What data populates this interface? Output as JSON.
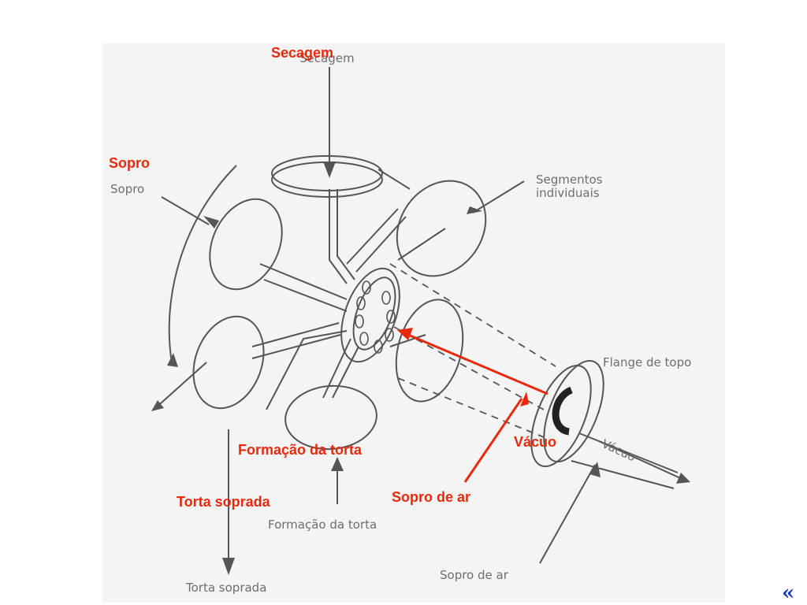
{
  "labels": {
    "secagem": "Secagem",
    "sopro": "Sopro",
    "formacao": "Formação da torta",
    "torta_soprada": "Torta soprada",
    "sopro_de_ar": "Sopro de ar",
    "vacuo": "Vácuo"
  },
  "original_labels": {
    "secagem": "Secagem",
    "sopro": "Sopro",
    "segmentos": "Segmentos individuais",
    "flange": "Flange de topo",
    "vacuo": "Vácuo",
    "formacao": "Formação da torta",
    "torta_soprada": "Torta soprada",
    "sopro_de_ar": "Sopro de ar"
  },
  "nav": {
    "back": "«"
  },
  "colors": {
    "accent": "#e8290b",
    "link": "#1a3bb5",
    "line": "#555555"
  }
}
